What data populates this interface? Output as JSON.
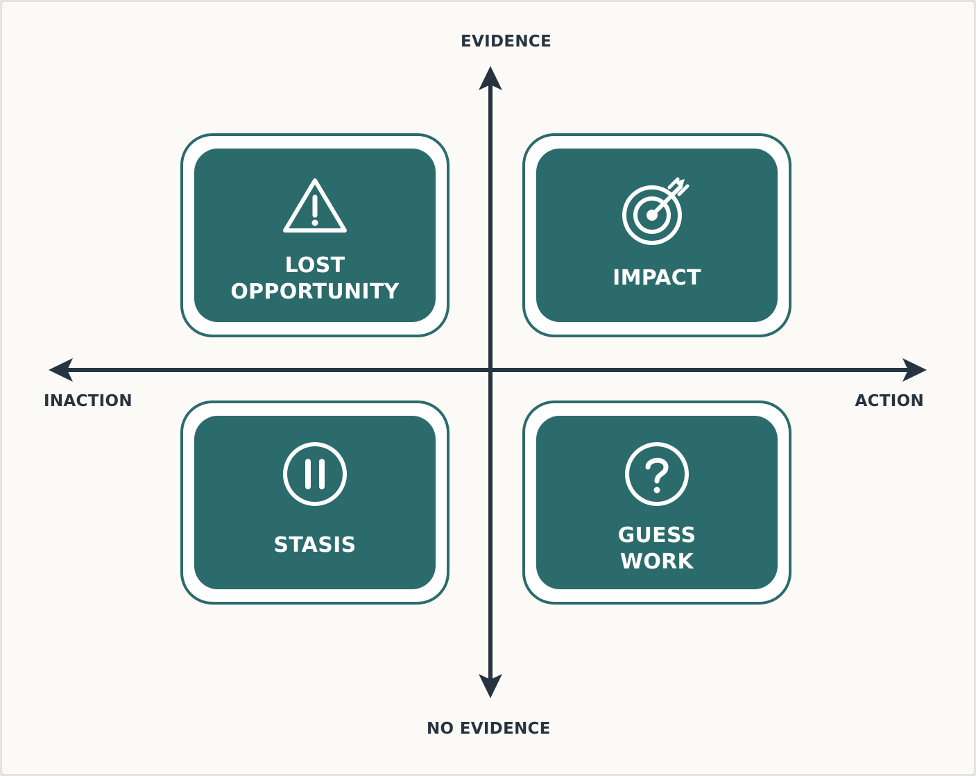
{
  "axes": {
    "top_label": "EVIDENCE",
    "bottom_label": "NO EVIDENCE",
    "left_label": "INACTION",
    "right_label": "ACTION",
    "color": "#273440"
  },
  "quadrants": {
    "top_left": {
      "title_lines": [
        "LOST",
        "OPPORTUNITY"
      ],
      "icon": "warning-triangle-icon"
    },
    "top_right": {
      "title_lines": [
        "IMPACT"
      ],
      "icon": "target-arrow-icon"
    },
    "bottom_left": {
      "title_lines": [
        "STASIS"
      ],
      "icon": "pause-icon"
    },
    "bottom_right": {
      "title_lines": [
        "GUESS",
        "WORK"
      ],
      "icon": "question-icon"
    }
  },
  "colors": {
    "card_fill": "#2c6b6b",
    "card_text": "#ffffff",
    "background": "#fbfaf7"
  }
}
